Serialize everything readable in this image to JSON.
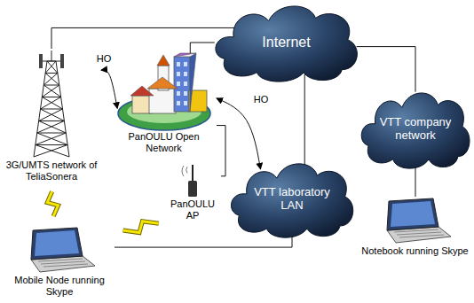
{
  "diagram": {
    "nodes": [
      {
        "text": [
          "Internet"
        ]
      },
      {
        "text": [
          "VTT company network"
        ]
      },
      {
        "text": [
          "3G/UMTS network of TeliaSonera"
        ]
      },
      {
        "text": [
          "PanOULU Open Network"
        ]
      },
      {
        "text": [
          "VTT laboratory LAN"
        ]
      },
      {
        "text": [
          "PanOULU AP"
        ]
      },
      {
        "text": [
          "Mobile Node running Skype"
        ]
      },
      {
        "text": [
          "Notebook running Skype"
        ]
      }
    ],
    "edges": [
      {
        "from": 2,
        "to": 0,
        "arrow": "none"
      },
      {
        "from": 3,
        "to": 0,
        "arrow": "none"
      },
      {
        "from": 4,
        "to": 0,
        "arrow": "none"
      },
      {
        "from": 0,
        "to": 1,
        "arrow": "none"
      },
      {
        "from": 1,
        "to": 7,
        "arrow": "none"
      },
      {
        "from": 6,
        "to": 4,
        "arrow": "none"
      },
      {
        "from": 5,
        "to": 3,
        "arrow": "none"
      },
      {
        "from": 2,
        "to": 3,
        "arrow": "both",
        "label": "HO"
      },
      {
        "from": 3,
        "to": 4,
        "arrow": "both",
        "label": "HO"
      },
      {
        "from": 2,
        "to": 6,
        "arrow": "none"
      },
      {
        "from": 5,
        "to": 6,
        "arrow": "none"
      }
    ]
  }
}
